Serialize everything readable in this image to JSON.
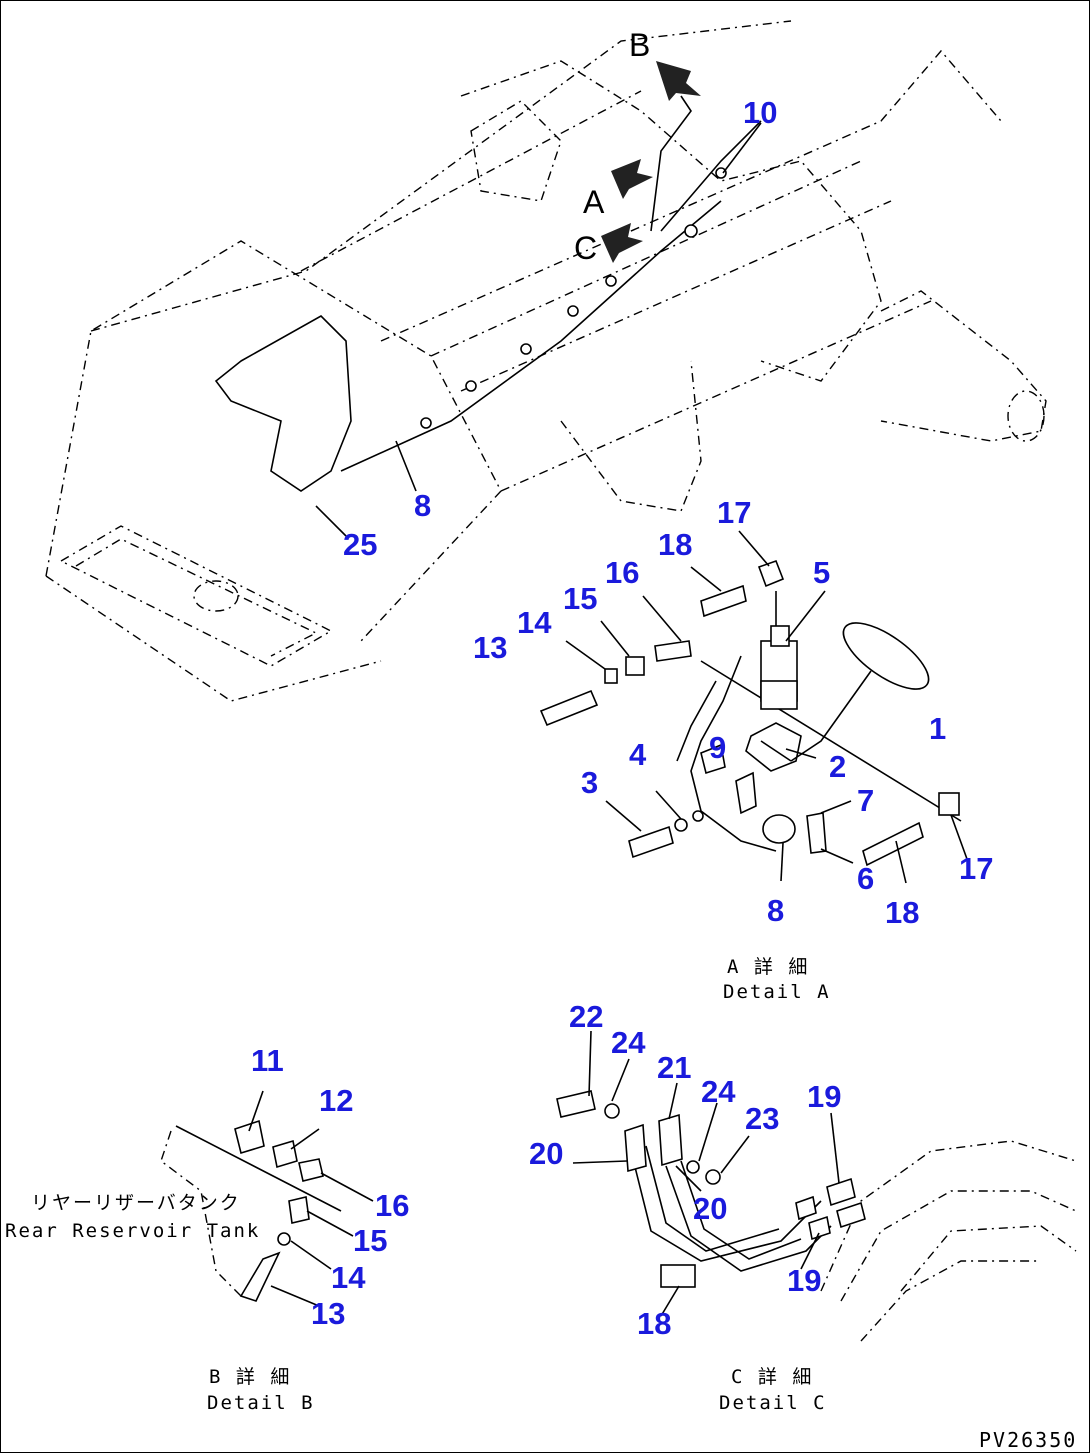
{
  "diagram": {
    "code": "PV26350",
    "views": {
      "view_b_ref": "B",
      "view_a_ref": "A",
      "view_c_ref": "C"
    },
    "captions": {
      "detail_a_jp": "A 詳 細",
      "detail_a_en": "Detail A",
      "detail_b_jp": "B 詳 細",
      "detail_b_en": "Detail B",
      "detail_c_jp": "C 詳 細",
      "detail_c_en": "Detail C",
      "tank_jp": "リヤーリザーバタンク",
      "tank_en": "Rear Reservoir Tank"
    },
    "main_labels": [
      "10",
      "8",
      "25"
    ],
    "detail_a_labels": [
      "17",
      "18",
      "5",
      "16",
      "15",
      "14",
      "13",
      "1",
      "9",
      "2",
      "4",
      "3",
      "7",
      "17",
      "6",
      "8",
      "18"
    ],
    "detail_b_labels": [
      "11",
      "12",
      "16",
      "15",
      "14",
      "13"
    ],
    "detail_c_labels": [
      "22",
      "24",
      "21",
      "24",
      "23",
      "19",
      "20",
      "20",
      "19",
      "18"
    ]
  }
}
